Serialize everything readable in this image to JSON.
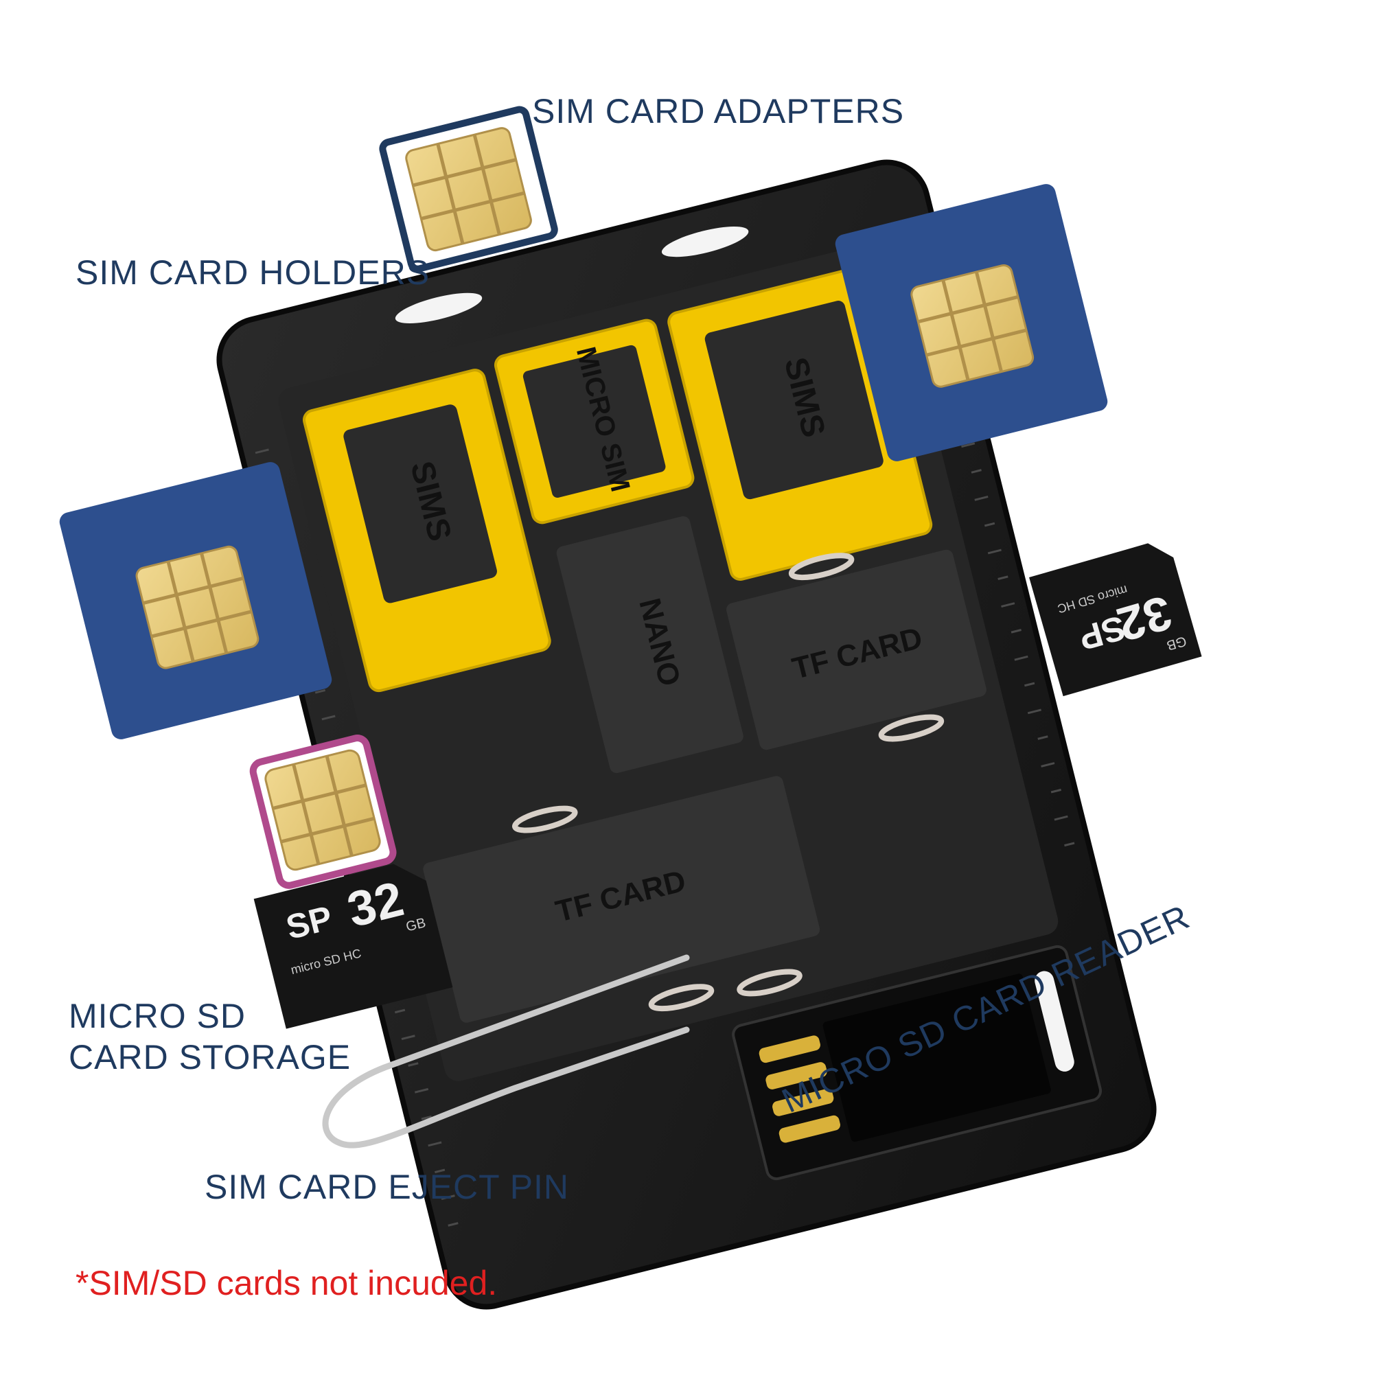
{
  "labels": {
    "sim_card_adapters": "SIM CARD ADAPTERS",
    "sim_card_holders": "SIM CARD HOLDERS",
    "micro_sd_storage_line1": "MICRO SD",
    "micro_sd_storage_line2": "CARD STORAGE",
    "sim_eject_pin": "SIM CARD EJECT PIN",
    "micro_sd_reader": "MICRO SD CARD READER"
  },
  "note": "*SIM/SD cards not incuded.",
  "case_markings": {
    "slot_sim_left": "SIMS",
    "slot_micro": "MICRO SIM",
    "slot_sim_right": "SIMS",
    "slot_nano": "NANO",
    "slot_tf_upper": "TF CARD",
    "slot_tf_lower": "TF CARD"
  },
  "sd_cards": [
    {
      "brand": "SP",
      "capacity": "32",
      "unit": "GB",
      "type": "micro SD HC"
    },
    {
      "brand": "SP",
      "capacity": "32",
      "unit": "GB",
      "type": "micro SD HC"
    }
  ],
  "colors": {
    "label_text": "#1f3a5f",
    "note_text": "#e02020",
    "case_body": "#1c1c1c",
    "adapter_yellow": "#f2c500",
    "sim_blue": "#2d4f8e",
    "chip_gold": "#e6c877",
    "nano_magenta": "#b04a8c",
    "pin_silver": "#c9c9c9"
  }
}
